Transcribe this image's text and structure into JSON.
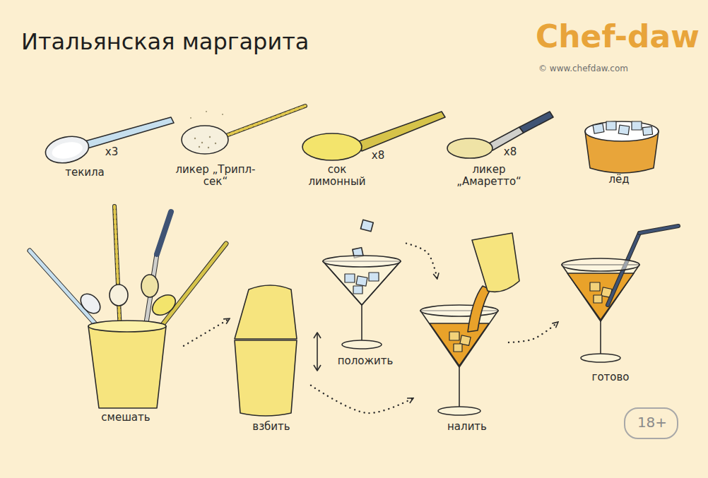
{
  "diagram": {
    "title": "Итальянская маргарита",
    "nodes": [
      {
        "text": [
          "текила",
          "x3"
        ]
      },
      {
        "text": [
          "ликер „Трипл-сек“"
        ]
      },
      {
        "text": [
          "сок лимонный",
          "x8"
        ]
      },
      {
        "text": [
          "ликер „Амаретто“",
          "x8"
        ]
      },
      {
        "text": [
          "лёд"
        ]
      },
      {
        "text": [
          "смешать"
        ]
      },
      {
        "text": [
          "взбить"
        ]
      },
      {
        "text": [
          "положить"
        ]
      },
      {
        "text": [
          "налить"
        ]
      },
      {
        "text": [
          "готово"
        ]
      },
      {
        "text": [
          "18+"
        ]
      }
    ],
    "edges": [
      {
        "from": 5,
        "to": 6,
        "arrow": "to"
      },
      {
        "from": 6,
        "to": 8,
        "arrow": "to"
      },
      {
        "from": 7,
        "to": 8,
        "arrow": "to"
      },
      {
        "from": 8,
        "to": 9,
        "arrow": "to"
      }
    ],
    "labels": [
      "Chef-daw",
      "© www.chefdaw.com"
    ]
  }
}
